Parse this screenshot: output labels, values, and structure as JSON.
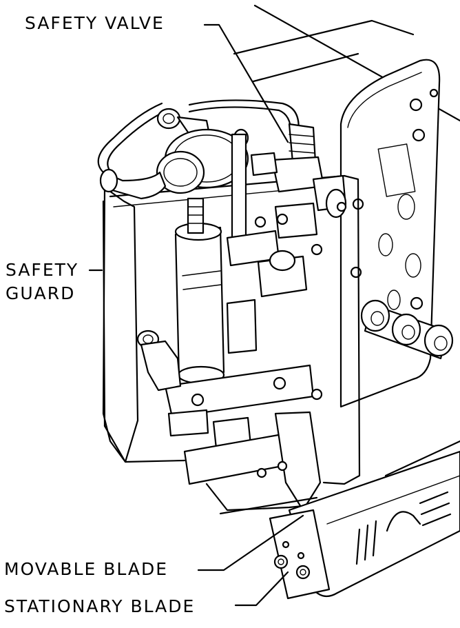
{
  "labels": {
    "safety_valve": "SAFETY VALVE",
    "safety_guard_line1": "SAFETY",
    "safety_guard_line2": "GUARD",
    "movable_blade": "MOVABLE BLADE",
    "stationary_blade": "STATIONARY BLADE"
  },
  "colors": {
    "ink": "#000000",
    "paper": "#ffffff"
  }
}
